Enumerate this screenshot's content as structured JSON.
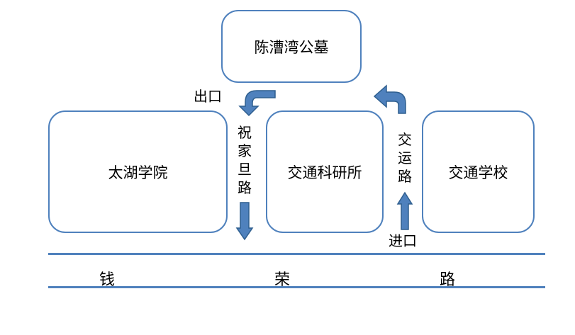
{
  "places": {
    "tomb": "陈漕湾公墓",
    "taihu": "太湖学院",
    "institute": "交通科研所",
    "school": "交通学校"
  },
  "roads": {
    "left_road": [
      "祝",
      "家",
      "旦",
      "路"
    ],
    "right_road": [
      "交",
      "运",
      "路"
    ],
    "main_road": [
      "钱",
      "荣",
      "路"
    ]
  },
  "labels": {
    "exit": "出口",
    "entrance": "进口"
  },
  "colors": {
    "accent": "#4f81bd",
    "arrow_fill": "#4f81bd",
    "arrow_stroke": "#2f5f8f"
  }
}
